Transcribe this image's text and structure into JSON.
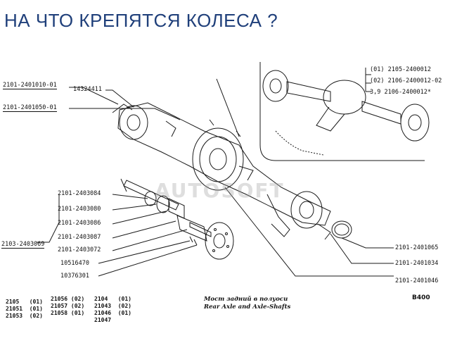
{
  "title": "НА ЧТО КРЕПЯТСЯ КОЛЕСА ?",
  "diagram": {
    "watermark": "AUTOSOFT",
    "inset_labels": {
      "l1": "(01)  2105-2400012",
      "l2": "(02) 2106-2400012-02",
      "l3": "3,9  2106-2400012*"
    },
    "left_labels": {
      "a": "2101-2401010-01",
      "b": "14324411",
      "c": "2101-2401050-01",
      "d": "2101-2403084",
      "e": "2101-2403080",
      "f": "2101-2403086",
      "g": "2101-2403087",
      "h": "2101-2403072",
      "i": "10516470",
      "j": "10376301",
      "k": "2103-2403069"
    },
    "right_labels": {
      "r1": "2101-2401065",
      "r2": "2101-2401034",
      "r3": "2101-2401046"
    },
    "applicability": {
      "col1": "2105   (01)\n21051  (01)\n21053  (02)",
      "col2": "21056 (02)\n21057 (02)\n21058 (01)",
      "col3": "2104   (01)\n21043  (02)\n21046  (01)\n21047"
    },
    "caption": {
      "ru": "Мост задний в полуоси",
      "en": "Rear Axle and Axle-Shafts"
    },
    "code": "B400"
  }
}
